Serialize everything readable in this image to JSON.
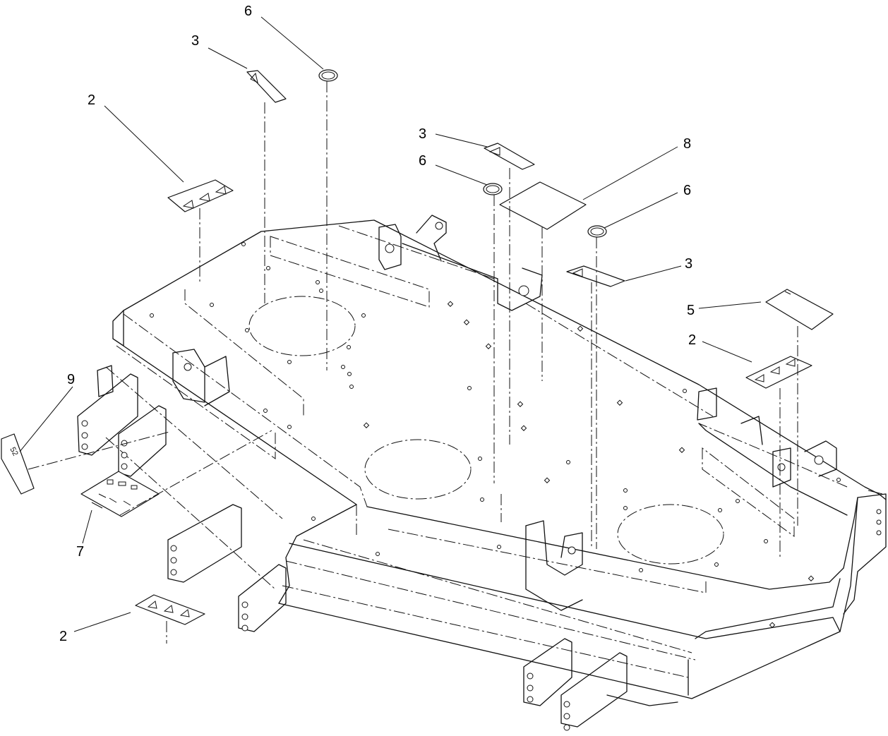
{
  "callouts": [
    {
      "id": "c6a",
      "text": "6"
    },
    {
      "id": "c3a",
      "text": "3"
    },
    {
      "id": "c2a",
      "text": "2"
    },
    {
      "id": "c3b",
      "text": "3"
    },
    {
      "id": "c6b",
      "text": "6"
    },
    {
      "id": "c8",
      "text": "8"
    },
    {
      "id": "c6c",
      "text": "6"
    },
    {
      "id": "c3c",
      "text": "3"
    },
    {
      "id": "c5",
      "text": "5"
    },
    {
      "id": "c2b",
      "text": "2"
    },
    {
      "id": "c9",
      "text": "9"
    },
    {
      "id": "c7",
      "text": "7"
    },
    {
      "id": "c2c",
      "text": "2"
    }
  ],
  "decal_9_text": "52"
}
